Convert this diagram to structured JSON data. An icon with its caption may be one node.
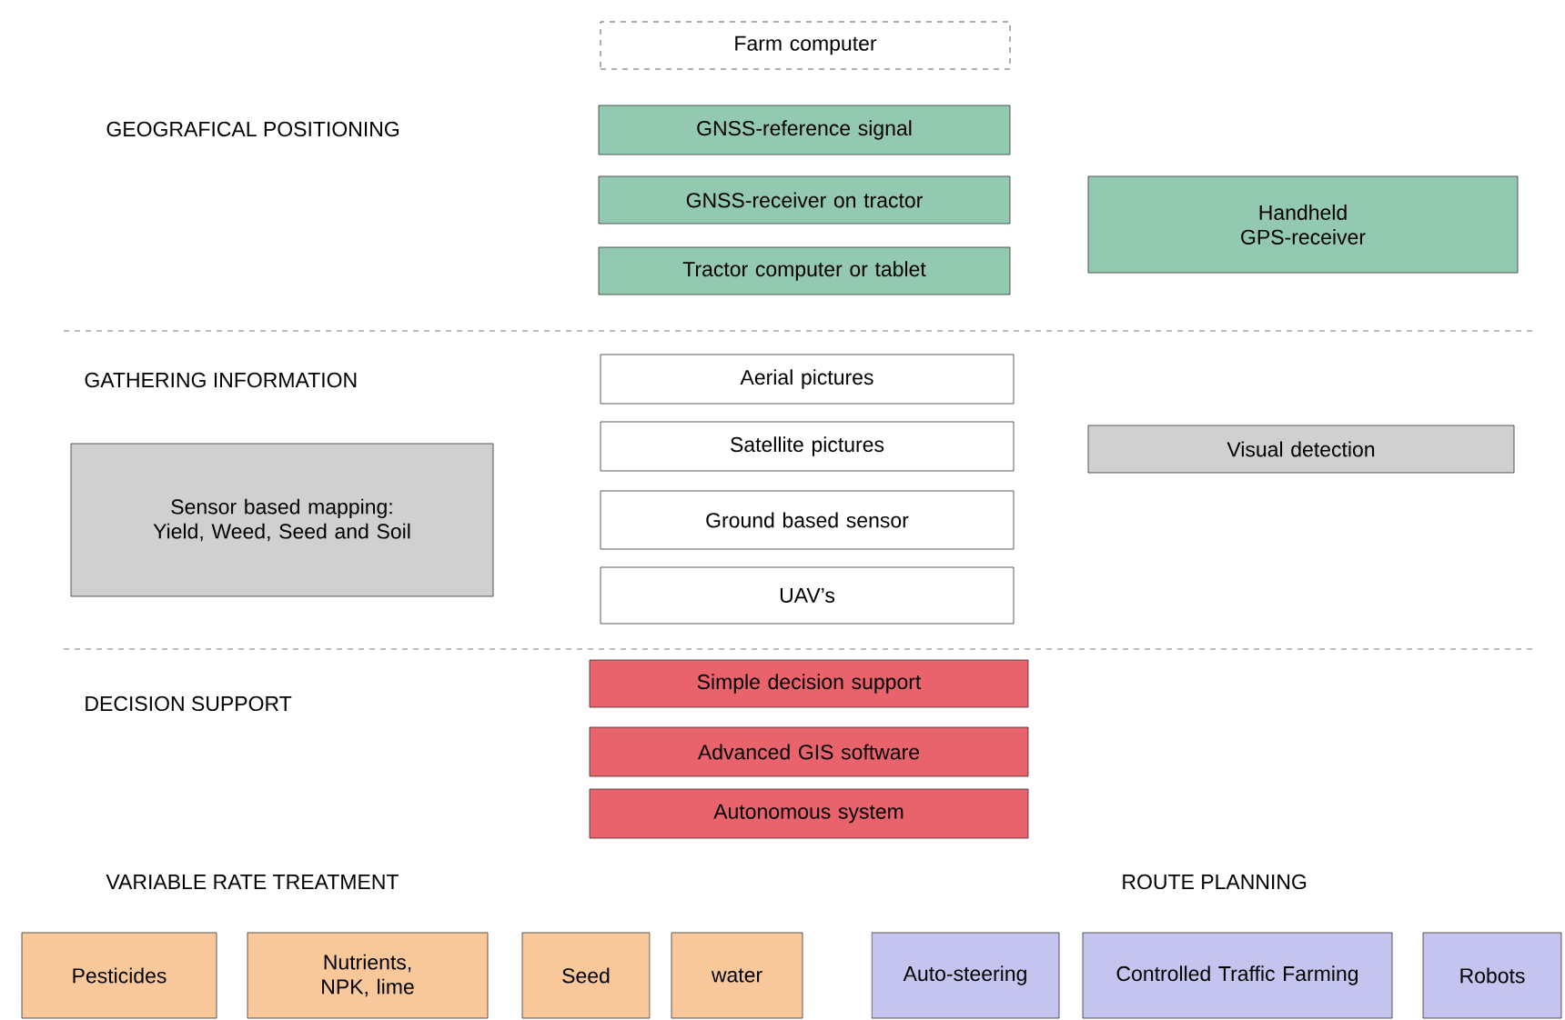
{
  "diagram": {
    "nodes": [
      {
        "text": [
          "Farm computer"
        ]
      },
      {
        "text": [
          "GNSS-reference signal"
        ]
      },
      {
        "text": [
          "GNSS-receiver on tractor"
        ]
      },
      {
        "text": [
          "Tractor computer or tablet"
        ]
      },
      {
        "text": [
          "Handheld GPS-receiver"
        ]
      },
      {
        "text": [
          "Aerial pictures"
        ]
      },
      {
        "text": [
          "Sensor based mapping: Yield, Weed, Seed and Soil"
        ]
      },
      {
        "text": [
          "Satellite pictures"
        ]
      },
      {
        "text": [
          "Visual detection"
        ]
      },
      {
        "text": [
          "Ground based sensor"
        ]
      },
      {
        "text": [
          "UAV’s"
        ]
      },
      {
        "text": [
          "Simple decision support"
        ]
      },
      {
        "text": [
          "Advanced GIS software"
        ]
      },
      {
        "text": [
          "Autonomous system"
        ]
      },
      {
        "text": [
          "Pesticides"
        ]
      },
      {
        "text": [
          "Nutrients, NPK, lime"
        ]
      },
      {
        "text": [
          "Seed"
        ]
      },
      {
        "text": [
          "water"
        ]
      },
      {
        "text": [
          "Auto-steering"
        ]
      },
      {
        "text": [
          "Controlled Traffic Farming"
        ]
      },
      {
        "text": [
          "Robots"
        ]
      }
    ],
    "labels": [
      "GEOGRAFICAL POSITIONING",
      "GATHERING INFORMATION",
      "DECISION SUPPORT",
      "VARIABLE RATE TREATMENT",
      "ROUTE PLANNING"
    ]
  }
}
